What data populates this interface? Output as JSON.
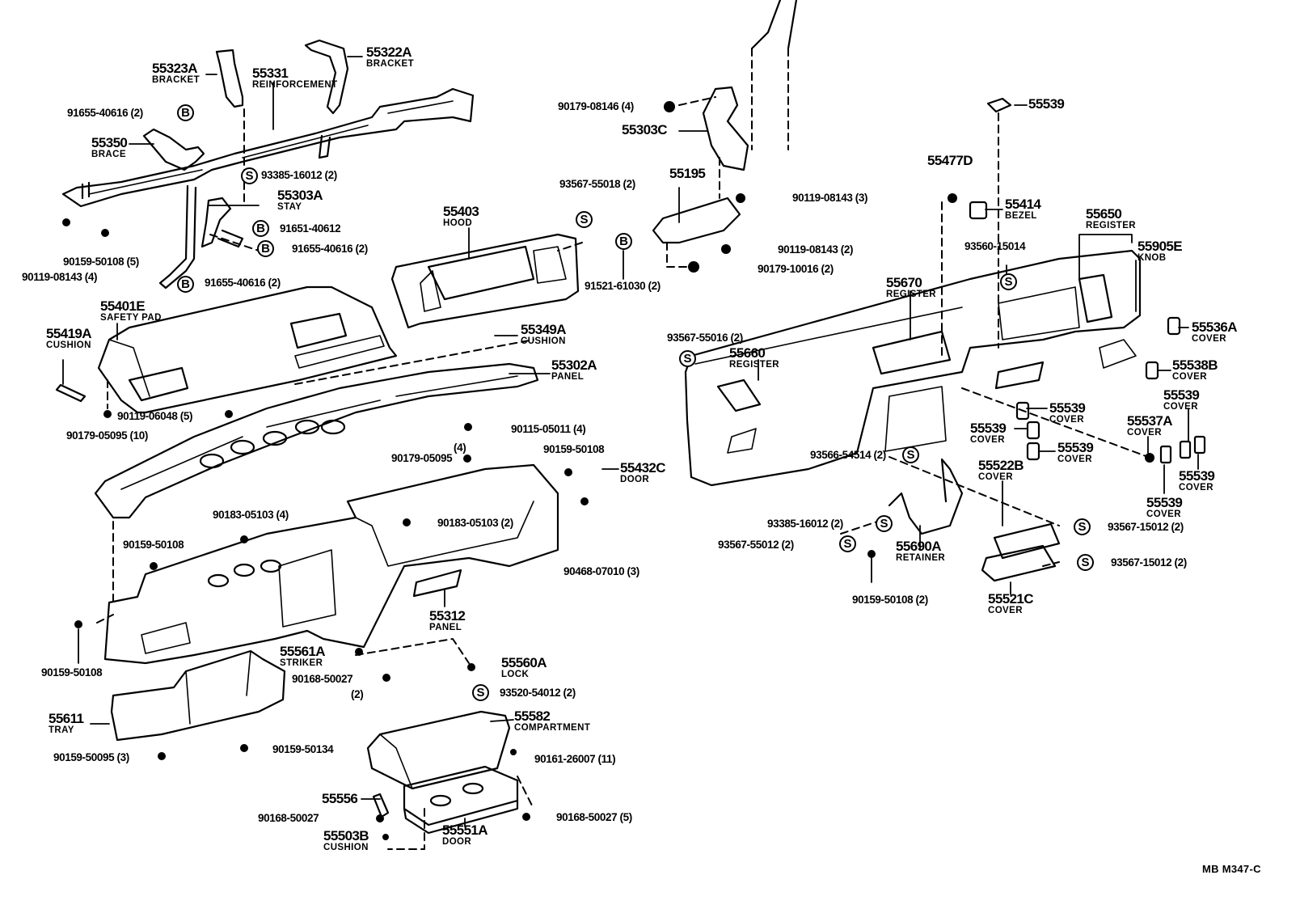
{
  "diagram": {
    "type": "exploded parts diagram",
    "subject": "Instrument panel / dashboard assembly",
    "drawing_code": "MB  M347-C",
    "symbols": {
      "S": "S",
      "B": "B"
    },
    "colors": {
      "ink": "#000000",
      "paper": "#ffffff"
    }
  },
  "parts": [
    {
      "id": "p1",
      "number": "55323A",
      "name": "BRACKET"
    },
    {
      "id": "p2",
      "number": "55331",
      "name": "REINFORCEMENT"
    },
    {
      "id": "p3",
      "number": "55322A",
      "name": "BRACKET"
    },
    {
      "id": "p4",
      "number": "55350",
      "name": "BRACE"
    },
    {
      "id": "p5",
      "number": "55303A",
      "name": "STAY"
    },
    {
      "id": "p6",
      "number": "55403",
      "name": "HOOD"
    },
    {
      "id": "p7",
      "number": "55401E",
      "name": "SAFETY PAD"
    },
    {
      "id": "p8",
      "number": "55419A",
      "name": "CUSHION"
    },
    {
      "id": "p9",
      "number": "55349A",
      "name": "CUSHION"
    },
    {
      "id": "p10",
      "number": "55302A",
      "name": "PANEL"
    },
    {
      "id": "p11",
      "number": "55432C",
      "name": "DOOR"
    },
    {
      "id": "p12",
      "number": "55312",
      "name": "PANEL"
    },
    {
      "id": "p13",
      "number": "55561A",
      "name": "STRIKER"
    },
    {
      "id": "p14",
      "number": "55560A",
      "name": "LOCK"
    },
    {
      "id": "p15",
      "number": "55611",
      "name": "TRAY"
    },
    {
      "id": "p16",
      "number": "55582",
      "name": "COMPARTMENT"
    },
    {
      "id": "p17",
      "number": "55556",
      "name": ""
    },
    {
      "id": "p18",
      "number": "55551A",
      "name": "DOOR"
    },
    {
      "id": "p19",
      "number": "55503B",
      "name": "CUSHION"
    },
    {
      "id": "p20",
      "number": "55303C",
      "name": ""
    },
    {
      "id": "p21",
      "number": "55195",
      "name": ""
    },
    {
      "id": "p22",
      "number": "55539",
      "name": ""
    },
    {
      "id": "p23",
      "number": "55477D",
      "name": ""
    },
    {
      "id": "p24",
      "number": "55414",
      "name": "BEZEL"
    },
    {
      "id": "p25",
      "number": "55650",
      "name": "REGISTER"
    },
    {
      "id": "p26",
      "number": "55905E",
      "name": "KNOB"
    },
    {
      "id": "p27",
      "number": "55670",
      "name": "REGISTER"
    },
    {
      "id": "p28",
      "number": "55660",
      "name": "REGISTER"
    },
    {
      "id": "p29",
      "number": "55536A",
      "name": "COVER"
    },
    {
      "id": "p30",
      "number": "55538B",
      "name": "COVER"
    },
    {
      "id": "p31",
      "number": "55539",
      "name": "COVER"
    },
    {
      "id": "p32",
      "number": "55539",
      "name": "COVER"
    },
    {
      "id": "p33",
      "number": "55539",
      "name": "COVER"
    },
    {
      "id": "p34",
      "number": "55539",
      "name": "COVER"
    },
    {
      "id": "p35",
      "number": "55537A",
      "name": "COVER"
    },
    {
      "id": "p36",
      "number": "55539",
      "name": "COVER"
    },
    {
      "id": "p37",
      "number": "55539",
      "name": "COVER"
    },
    {
      "id": "p38",
      "number": "55522B",
      "name": "COVER"
    },
    {
      "id": "p39",
      "number": "55690A",
      "name": "RETAINER"
    },
    {
      "id": "p40",
      "number": "55521C",
      "name": "COVER"
    }
  ],
  "fasteners": [
    {
      "id": "f1",
      "text": "91655-40616 (2)",
      "symbol": "B"
    },
    {
      "id": "f2",
      "text": "93385-16012 (2)",
      "symbol": "S"
    },
    {
      "id": "f3",
      "text": "91651-40612",
      "symbol": "B"
    },
    {
      "id": "f4",
      "text": "91655-40616 (2)",
      "symbol": "B"
    },
    {
      "id": "f5",
      "text": "90159-50108 (5)",
      "symbol": ""
    },
    {
      "id": "f6",
      "text": "90119-08143 (4)",
      "symbol": ""
    },
    {
      "id": "f7",
      "text": "91655-40616 (2)",
      "symbol": "B"
    },
    {
      "id": "f8",
      "text": "93567-55018 (2)",
      "symbol": "S"
    },
    {
      "id": "f9",
      "text": "90119-06048 (5)",
      "symbol": ""
    },
    {
      "id": "f10",
      "text": "90179-05095 (10)",
      "symbol": ""
    },
    {
      "id": "f11",
      "text": "90115-05011 (4)",
      "symbol": ""
    },
    {
      "id": "f12",
      "text": "(4)",
      "symbol": ""
    },
    {
      "id": "f13",
      "text": "90179-05095",
      "symbol": ""
    },
    {
      "id": "f14",
      "text": "90159-50108",
      "symbol": ""
    },
    {
      "id": "f15",
      "text": "90183-05103 (4)",
      "symbol": ""
    },
    {
      "id": "f16",
      "text": "90183-05103 (2)",
      "symbol": ""
    },
    {
      "id": "f17",
      "text": "90159-50108",
      "symbol": ""
    },
    {
      "id": "f18",
      "text": "90468-07010 (3)",
      "symbol": ""
    },
    {
      "id": "f19",
      "text": "90159-50108",
      "symbol": ""
    },
    {
      "id": "f20",
      "text": "90168-50027",
      "symbol": ""
    },
    {
      "id": "f21",
      "text": "(2)",
      "symbol": ""
    },
    {
      "id": "f22",
      "text": "93520-54012 (2)",
      "symbol": "S"
    },
    {
      "id": "f23",
      "text": "90159-50095 (3)",
      "symbol": ""
    },
    {
      "id": "f24",
      "text": "90159-50134",
      "symbol": ""
    },
    {
      "id": "f25",
      "text": "90161-26007 (11)",
      "symbol": ""
    },
    {
      "id": "f26",
      "text": "90168-50027",
      "symbol": ""
    },
    {
      "id": "f27",
      "text": "90168-50027 (5)",
      "symbol": ""
    },
    {
      "id": "f28",
      "text": "90179-08146 (4)",
      "symbol": ""
    },
    {
      "id": "f29",
      "text": "90119-08143 (3)",
      "symbol": ""
    },
    {
      "id": "f30",
      "text": "90119-08143 (2)",
      "symbol": ""
    },
    {
      "id": "f31",
      "text": "90179-10016 (2)",
      "symbol": ""
    },
    {
      "id": "f32",
      "text": "91521-61030 (2)",
      "symbol": "B"
    },
    {
      "id": "f33",
      "text": "93560-15014",
      "symbol": "S"
    },
    {
      "id": "f34",
      "text": "93567-55016 (2)",
      "symbol": "S"
    },
    {
      "id": "f35",
      "text": "93566-54514 (2)",
      "symbol": "S"
    },
    {
      "id": "f36",
      "text": "93385-16012 (2)",
      "symbol": "S"
    },
    {
      "id": "f37",
      "text": "93567-55012 (2)",
      "symbol": "S"
    },
    {
      "id": "f38",
      "text": "90159-50108 (2)",
      "symbol": ""
    },
    {
      "id": "f39",
      "text": "93567-15012 (2)",
      "symbol": "S"
    },
    {
      "id": "f40",
      "text": "93567-15012 (2)",
      "symbol": "S"
    }
  ]
}
